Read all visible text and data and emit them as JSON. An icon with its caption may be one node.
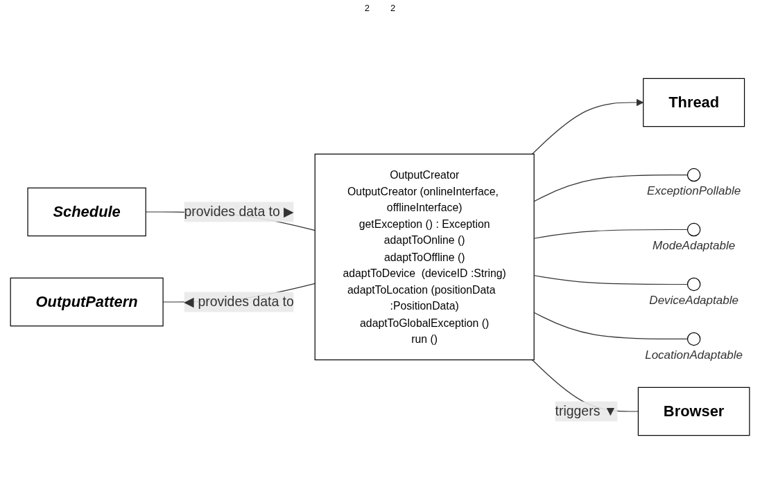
{
  "diagram": {
    "nodes": [
      {
        "text": [
          "Thread"
        ]
      },
      {
        "text": [
          "OutputCreator",
          "OutputCreator (onlineInterface, offlineInterface)",
          "getException () : Exception",
          "adaptToOnline ()",
          "adaptToOffline ()",
          "adaptToDevice  (deviceID :String)",
          "adaptToLocation (positionData  :PositionData)",
          "adaptToGlobalException ()",
          "run ()"
        ]
      },
      {
        "text": [
          "Schedule"
        ]
      },
      {
        "text": [
          "OutputPattern"
        ]
      },
      {
        "text": [],
        "shape": "circle",
        "beside": [
          "ExceptionPollable"
        ]
      },
      {
        "text": [],
        "shape": "circle",
        "beside": [
          "ModeAdaptable"
        ]
      },
      {
        "text": [],
        "shape": "circle",
        "beside": [
          "DeviceAdaptable"
        ]
      },
      {
        "text": [],
        "shape": "circle",
        "beside": [
          "LocationAdaptable"
        ]
      },
      {
        "text": [
          "Browser"
        ]
      }
    ],
    "edges": [
      {
        "from": 1,
        "to": 0,
        "arrow": "to"
      },
      {
        "from": 2,
        "to": 1,
        "arrow": "none",
        "label": "provides data to ▶"
      },
      {
        "from": 3,
        "to": 1,
        "arrow": "none",
        "label": "◀ provides data to"
      },
      {
        "from": 1,
        "to": 4,
        "arrow": "none"
      },
      {
        "from": 1,
        "to": 5,
        "arrow": "none"
      },
      {
        "from": 1,
        "to": 6,
        "arrow": "none"
      },
      {
        "from": 1,
        "to": 7,
        "arrow": "none"
      },
      {
        "from": 1,
        "to": 8,
        "arrow": "none",
        "label": "triggers ▼"
      }
    ],
    "labels": [
      "2",
      "2"
    ]
  }
}
